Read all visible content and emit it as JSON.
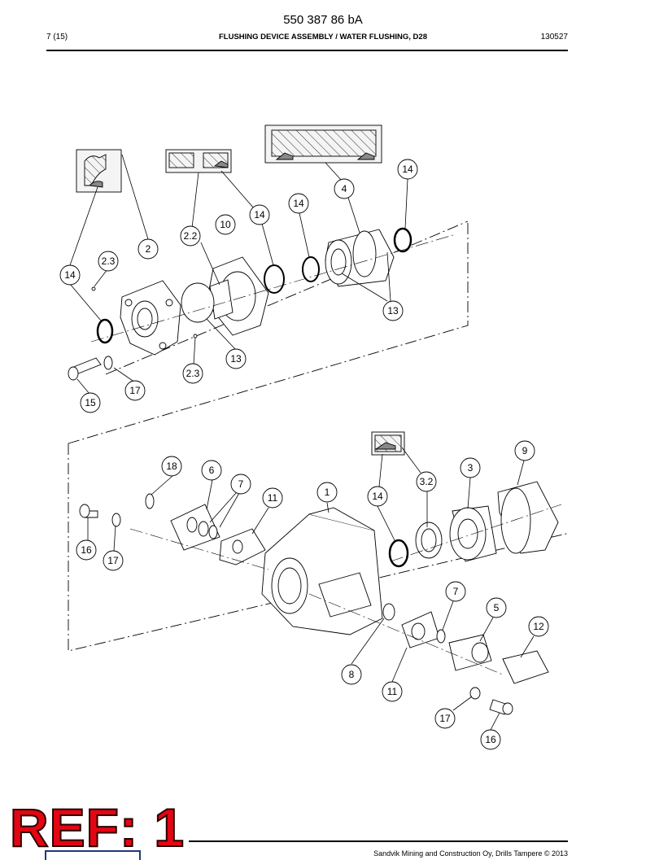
{
  "header": {
    "doc_number": "550 387 86 bA",
    "page": "7 (15)",
    "title": "FLUSHING DEVICE ASSEMBLY / WATER FLUSHING, D28",
    "date": "130527"
  },
  "callouts": {
    "c14a": "14",
    "c4": "4",
    "c14b": "14",
    "c14c": "14",
    "c10": "10",
    "c22": "2.2",
    "c2": "2",
    "c23a": "2.3",
    "c14d": "14",
    "c13a": "13",
    "c13b": "13",
    "c23b": "2.3",
    "c17a": "17",
    "c15": "15",
    "c9": "9",
    "c3": "3",
    "c32": "3.2",
    "c18": "18",
    "c6": "6",
    "c7a": "7",
    "c11a": "11",
    "c1": "1",
    "c14e": "14",
    "c16a": "16",
    "c17b": "17",
    "c7b": "7",
    "c5": "5",
    "c12": "12",
    "c8": "8",
    "c11b": "11",
    "c17c": "17",
    "c16b": "16"
  },
  "footer": {
    "copyright": "Sandvik Mining and Construction Oy, Drills Tampere © 2013",
    "stamp": "REF: 1"
  }
}
